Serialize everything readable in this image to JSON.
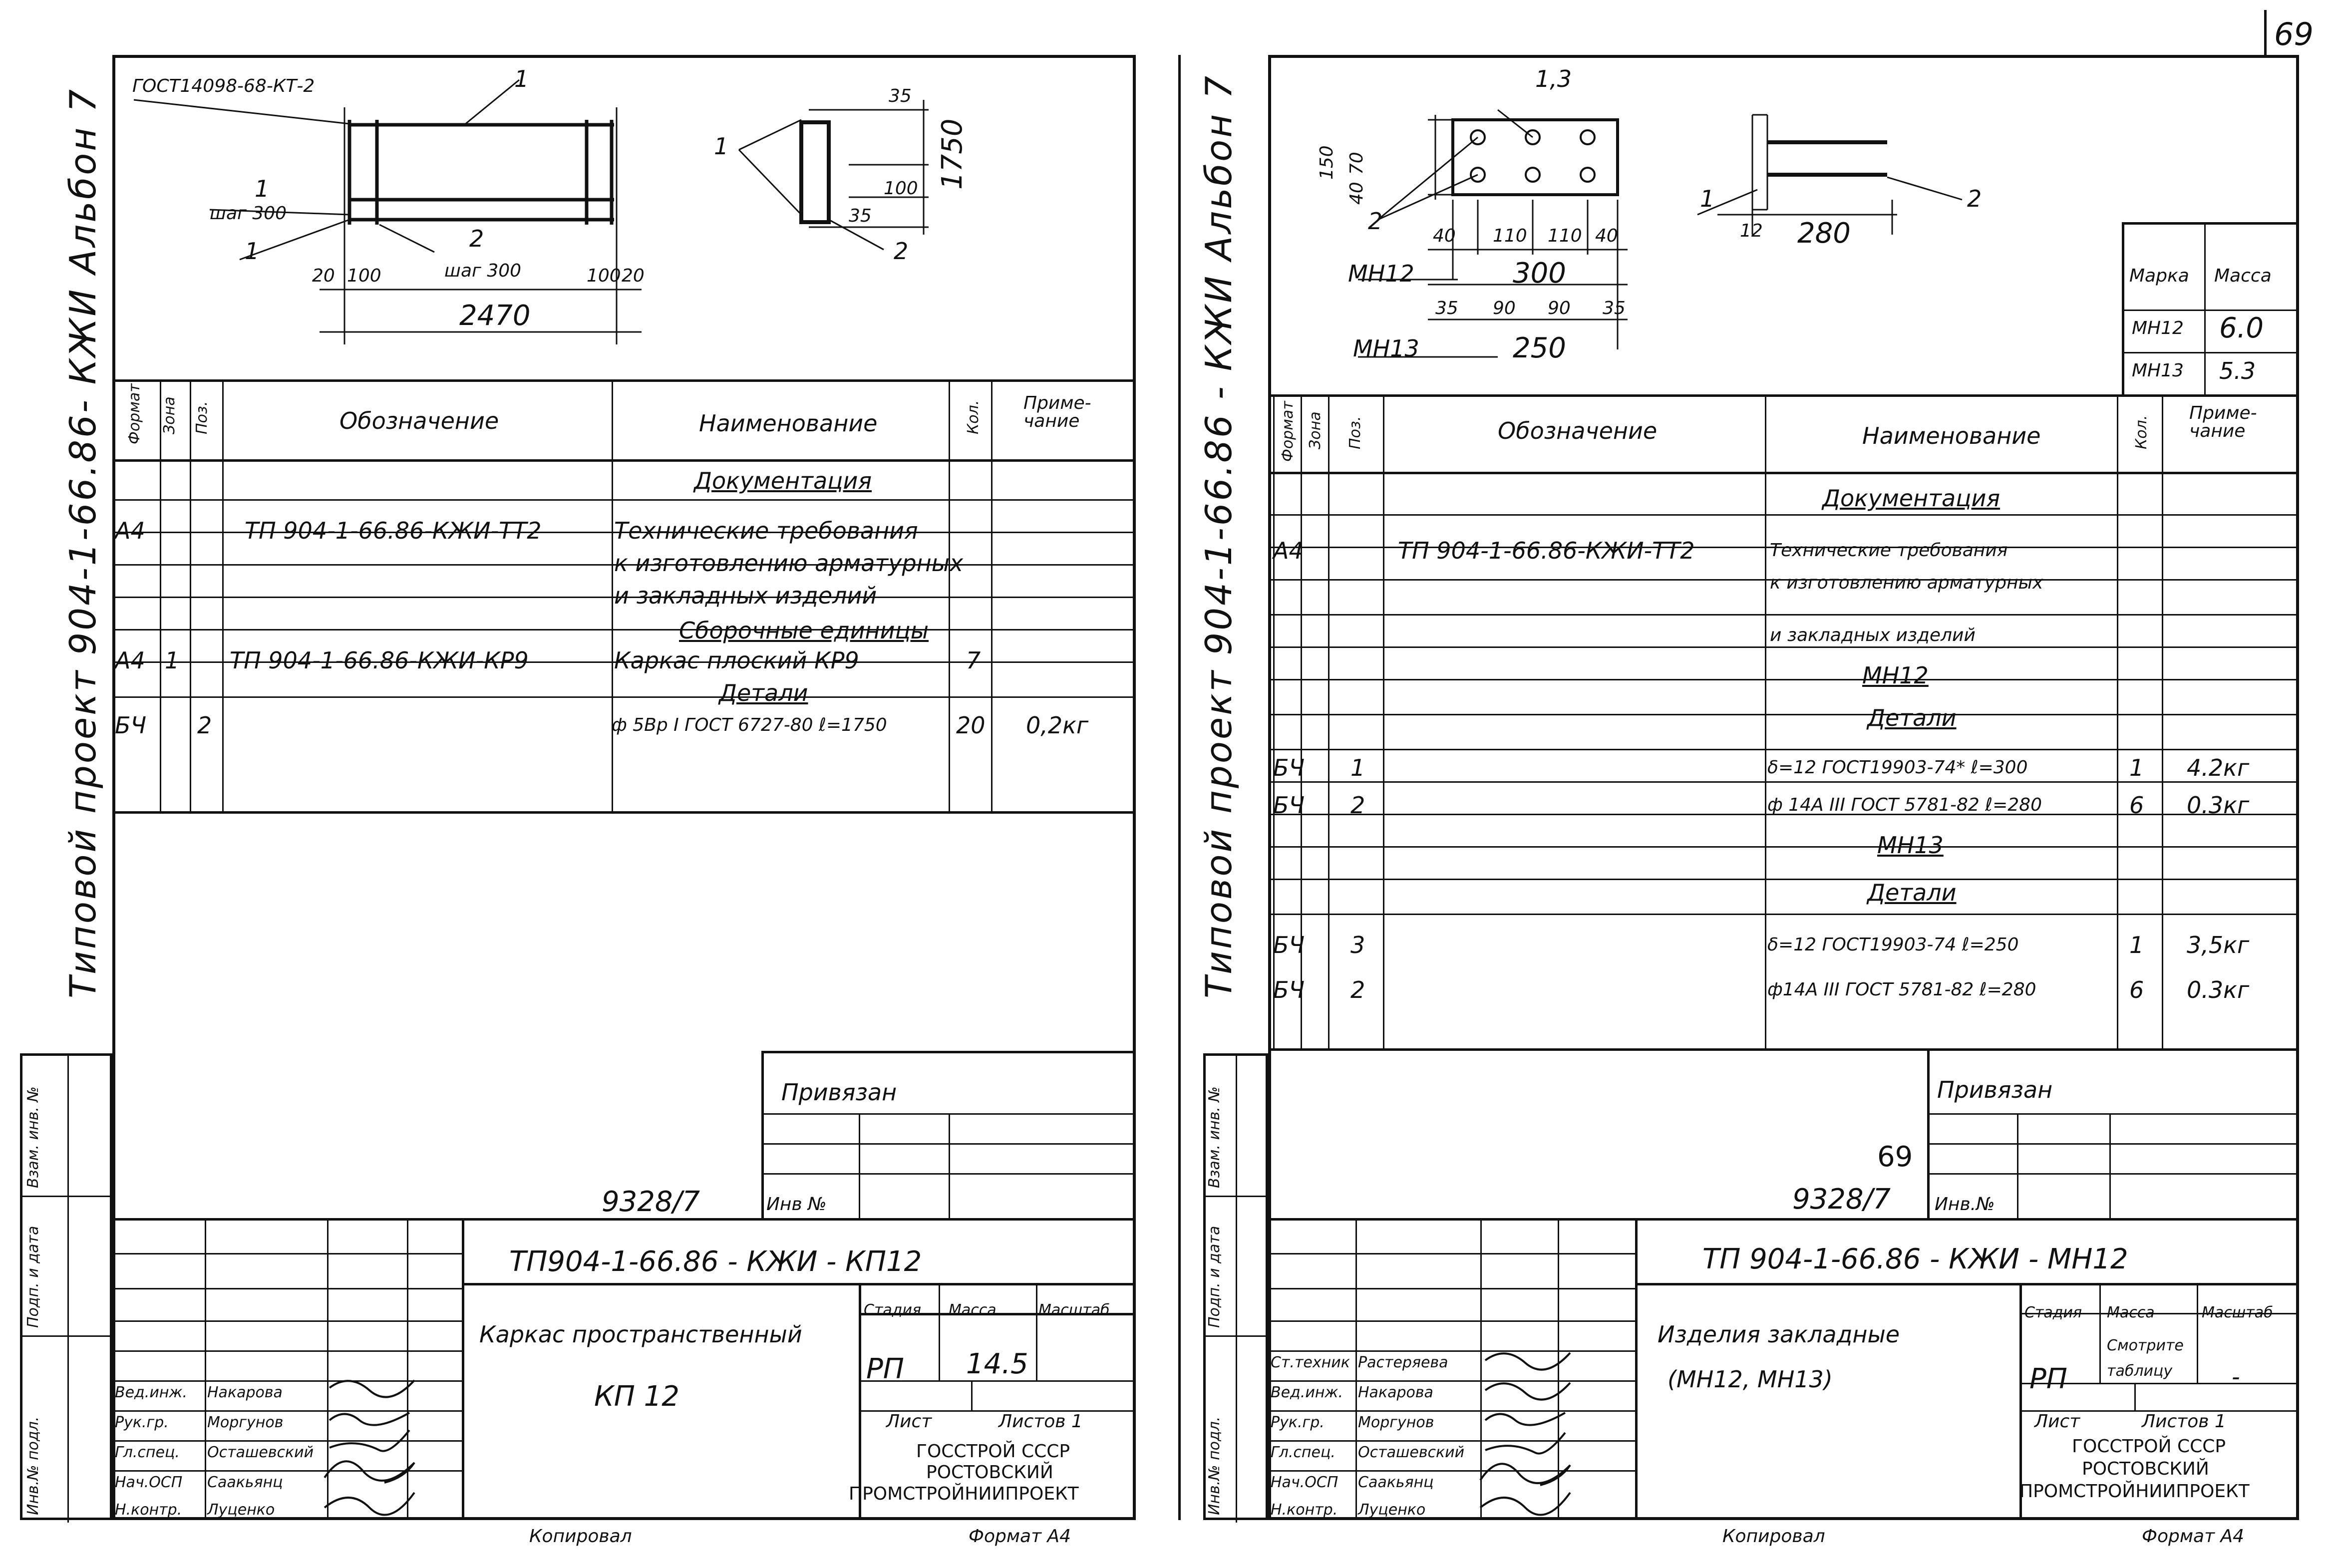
{
  "page_number": "69",
  "left": {
    "side_title": "Типовой   проект   904-1-66.86- КЖИ Альбон 7",
    "drawing": {
      "gost_label": "ГОСТ14098-68-КТ-2",
      "pos_1": "1",
      "pos_2": "2",
      "shag_300_a": "шаг 300",
      "shag_300_b": "шаг 300",
      "dim_20_a": "20",
      "dim_100_a": "100",
      "dim_100_b": "100",
      "dim_20_b": "20",
      "dim_2470": "2470",
      "dim_35_a": "35",
      "dim_100_c": "100",
      "dim_35_b": "35",
      "dim_1750": "1750"
    },
    "spec": {
      "headers": {
        "format": "Формат",
        "zone": "Зона",
        "pos": "Поз.",
        "designation": "Обозначение",
        "name": "Наименование",
        "qty": "Кол.",
        "note": "Приме-чание"
      },
      "rows": [
        {
          "format": "",
          "zone": "",
          "pos": "",
          "designation": "",
          "name": "Документация",
          "qty": "",
          "note": "",
          "heading": true
        },
        {
          "format": "А4",
          "zone": "",
          "pos": "",
          "designation": "ТП 904-1-66.86-КЖИ-ТТ2",
          "name": "Технические требования",
          "qty": "",
          "note": ""
        },
        {
          "format": "",
          "zone": "",
          "pos": "",
          "designation": "",
          "name": "к изготовлению арматурных",
          "qty": "",
          "note": ""
        },
        {
          "format": "",
          "zone": "",
          "pos": "",
          "designation": "",
          "name": "и закладных изделий",
          "qty": "",
          "note": ""
        },
        {
          "format": "",
          "zone": "",
          "pos": "",
          "designation": "",
          "name": "Сборочные единицы",
          "qty": "",
          "note": "",
          "heading": true
        },
        {
          "format": "А4",
          "zone": "",
          "pos": "1",
          "designation": "ТП 904-1-66.86-КЖИ-КР9",
          "name": "Каркас плоский КР9",
          "qty": "7",
          "note": ""
        },
        {
          "format": "",
          "zone": "",
          "pos": "",
          "designation": "",
          "name": "Детали",
          "qty": "",
          "note": "",
          "heading": true
        },
        {
          "format": "БЧ",
          "zone": "",
          "pos": "2",
          "designation": "",
          "name": "ф 5Вр I ГОСТ 6727-80 ℓ=1750",
          "qty": "20",
          "note": "0,2кг"
        }
      ]
    },
    "privyazan": "Привязан",
    "inv_no": "Инв №",
    "number": "9328/7",
    "code": "ТП904-1-66.86 - КЖИ - КП12",
    "title_line1": "Каркас пространственный",
    "title_line2": "КП 12",
    "stage_label": "Стадия",
    "mass_label": "Масса",
    "scale_label": "Масштаб",
    "stage": "РП",
    "mass": "14.5",
    "scale": "",
    "sheet_label": "Лист",
    "sheets_label": "Листов 1",
    "org1": "ГОССТРОЙ СССР",
    "org2": "РОСТОВСКИЙ",
    "org3": "ПРОМСТРОЙНИИПРОЕКТ",
    "staff": [
      {
        "role": "",
        "name": ""
      },
      {
        "role": "",
        "name": ""
      },
      {
        "role": "Вед.инж.",
        "name": "Накарова"
      },
      {
        "role": "Рук.гр.",
        "name": "Моргунов"
      },
      {
        "role": "Гл.спец.",
        "name": "Осташевский"
      },
      {
        "role": "Нач.ОСП",
        "name": "Саакьянц"
      },
      {
        "role": "Н.контр.",
        "name": "Луценко"
      }
    ],
    "stamp_side": {
      "c1": "Инв.№ подл.",
      "c2": "Подп. и дата",
      "c3": "Взам. инв. №"
    },
    "footer_copy": "Копировал",
    "footer_format": "Формат А4"
  },
  "right": {
    "side_title": "Типовой   проект   904-1-66.86 - КЖИ Альбон 7",
    "drawing": {
      "pos_1_3": "1,3",
      "pos_1": "1",
      "pos_2": "2",
      "pos_2b": "2",
      "dim_150": "150",
      "dim_70": "70",
      "dim_40_a": "40",
      "dim_40_b": "40",
      "dim_110_a": "110",
      "dim_110_b": "110",
      "dim_40_c": "40",
      "mn12": "МН12",
      "dim_300": "300",
      "dim_35_a": "35",
      "dim_90_a": "90",
      "dim_90_b": "90",
      "dim_35_b": "35",
      "mn13": "МН13",
      "dim_250": "250",
      "dim_12": "12",
      "dim_280": "280"
    },
    "mass_table": {
      "head_mark": "Марка",
      "head_mass": "Масса",
      "rows": [
        {
          "mark": "МН12",
          "mass": "6.0"
        },
        {
          "mark": "МН13",
          "mass": "5.3"
        }
      ]
    },
    "spec": {
      "headers": {
        "format": "Формат",
        "zone": "Зона",
        "pos": "Поз.",
        "designation": "Обозначение",
        "name": "Наименование",
        "qty": "Кол.",
        "note": "Приме-чание"
      },
      "rows": [
        {
          "format": "",
          "zone": "",
          "pos": "",
          "designation": "",
          "name": "Документация",
          "qty": "",
          "note": "",
          "heading": true
        },
        {
          "format": "А4",
          "zone": "",
          "pos": "",
          "designation": "ТП 904-1-66.86-КЖИ-ТТ2",
          "name": "Технические требования",
          "qty": "",
          "note": ""
        },
        {
          "format": "",
          "zone": "",
          "pos": "",
          "designation": "",
          "name": "к изготовлению арматурных",
          "qty": "",
          "note": ""
        },
        {
          "format": "",
          "zone": "",
          "pos": "",
          "designation": "",
          "name": "и закладных изделий",
          "qty": "",
          "note": ""
        },
        {
          "format": "",
          "zone": "",
          "pos": "",
          "designation": "",
          "name": "МН12",
          "qty": "",
          "note": "",
          "heading": true
        },
        {
          "format": "",
          "zone": "",
          "pos": "",
          "designation": "",
          "name": "Детали",
          "qty": "",
          "note": "",
          "heading": true
        },
        {
          "format": "БЧ",
          "zone": "",
          "pos": "1",
          "designation": "",
          "name": "δ=12 ГОСТ19903-74* ℓ=300",
          "qty": "1",
          "note": "4.2кг"
        },
        {
          "format": "БЧ",
          "zone": "",
          "pos": "2",
          "designation": "",
          "name": "ф 14А III ГОСТ 5781-82 ℓ=280",
          "qty": "6",
          "note": "0.3кг"
        },
        {
          "format": "",
          "zone": "",
          "pos": "",
          "designation": "",
          "name": "МН13",
          "qty": "",
          "note": "",
          "heading": true
        },
        {
          "format": "",
          "zone": "",
          "pos": "",
          "designation": "",
          "name": "Детали",
          "qty": "",
          "note": "",
          "heading": true
        },
        {
          "format": "БЧ",
          "zone": "",
          "pos": "3",
          "designation": "",
          "name": "δ=12 ГОСТ19903-74 ℓ=250",
          "qty": "1",
          "note": "3,5кг"
        },
        {
          "format": "БЧ",
          "zone": "",
          "pos": "2",
          "designation": "",
          "name": "ф14А III ГОСТ 5781-82 ℓ=280",
          "qty": "6",
          "note": "0.3кг"
        }
      ]
    },
    "privyazan": "Привязан",
    "page_mark": "69",
    "inv_no": "Инв.№",
    "number": "9328/7",
    "code": "ТП 904-1-66.86  - КЖИ - МН12",
    "title_line1": "Изделия закладные",
    "title_line2": "(МН12, МН13)",
    "stage_label": "Стадия",
    "mass_label": "Масса",
    "scale_label": "Масштаб",
    "stage": "РП",
    "mass": "Смотрите таблицу",
    "scale": "-",
    "sheet_label": "Лист",
    "sheets_label": "Листов 1",
    "org1": "ГОССТРОЙ СССР",
    "org2": "РОСТОВСКИЙ",
    "org3": "ПРОМСТРОЙНИИПРОЕКТ",
    "staff": [
      {
        "role": "",
        "name": ""
      },
      {
        "role": "Ст.техник",
        "name": "Растеряева"
      },
      {
        "role": "Вед.инж.",
        "name": "Накарова"
      },
      {
        "role": "Рук.гр.",
        "name": "Моргунов"
      },
      {
        "role": "Гл.спец.",
        "name": "Осташевский"
      },
      {
        "role": "Нач.ОСП",
        "name": "Саакьянц"
      },
      {
        "role": "Н.контр.",
        "name": "Луценко"
      }
    ],
    "stamp_side": {
      "c1": "Инв.№ подл.",
      "c2": "Подп. и дата",
      "c3": "Взам. инв. №"
    },
    "footer_copy": "Копировал",
    "footer_format": "Формат А4"
  }
}
